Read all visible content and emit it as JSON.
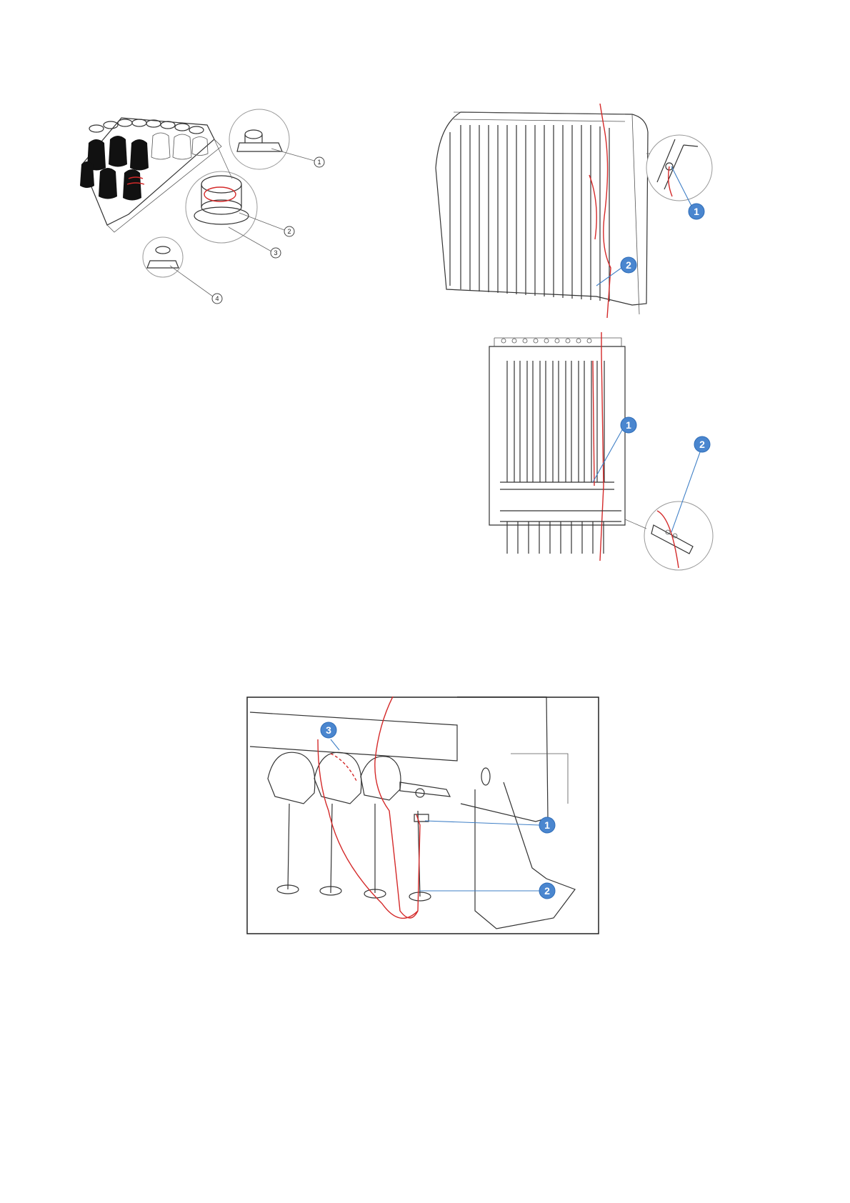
{
  "figure_a": {
    "callouts": [
      "1",
      "2",
      "3",
      "4"
    ]
  },
  "figure_b": {
    "callouts": [
      "1",
      "2"
    ]
  },
  "figure_c": {
    "callouts": [
      "1",
      "2"
    ]
  },
  "figure_d": {
    "callouts": [
      "3",
      "1",
      "2"
    ]
  },
  "colors": {
    "thread": "#d42a2a",
    "callout_blue": "#4a86cf",
    "line_art": "#333333"
  }
}
